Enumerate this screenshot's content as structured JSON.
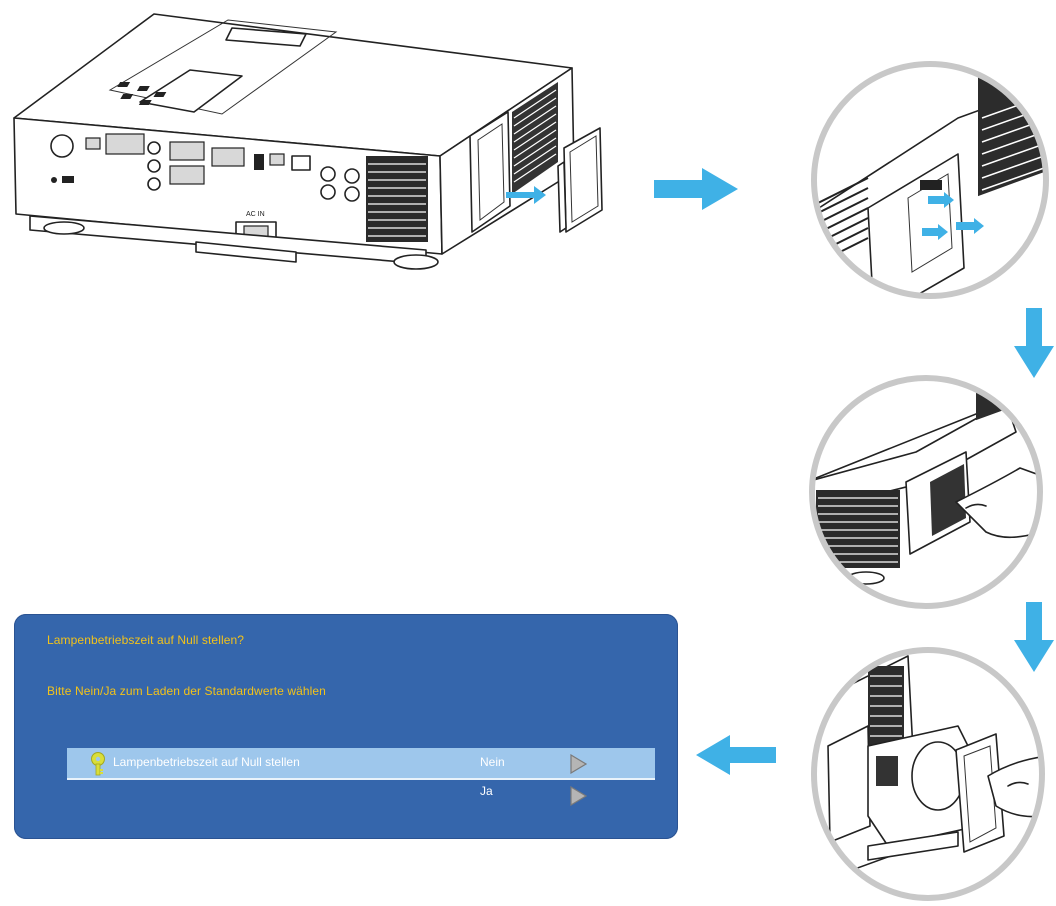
{
  "dialog": {
    "question": "Lampenbetriebszeit auf Null stellen?",
    "hint": "Bitte Nein/Ja zum Laden der Standardwerte wählen",
    "row_label": "Lampenbetriebszeit auf Null stellen",
    "option_no": "Nein",
    "option_yes": "Ja",
    "background_color": "#3566ac",
    "highlight_color": "#9ec7ec",
    "text_color": "#f2c21a"
  },
  "projector": {
    "ac_in_label": "AC IN"
  },
  "colors": {
    "arrow": "#3fb1e6",
    "circle_border": "#c8c8c8"
  }
}
